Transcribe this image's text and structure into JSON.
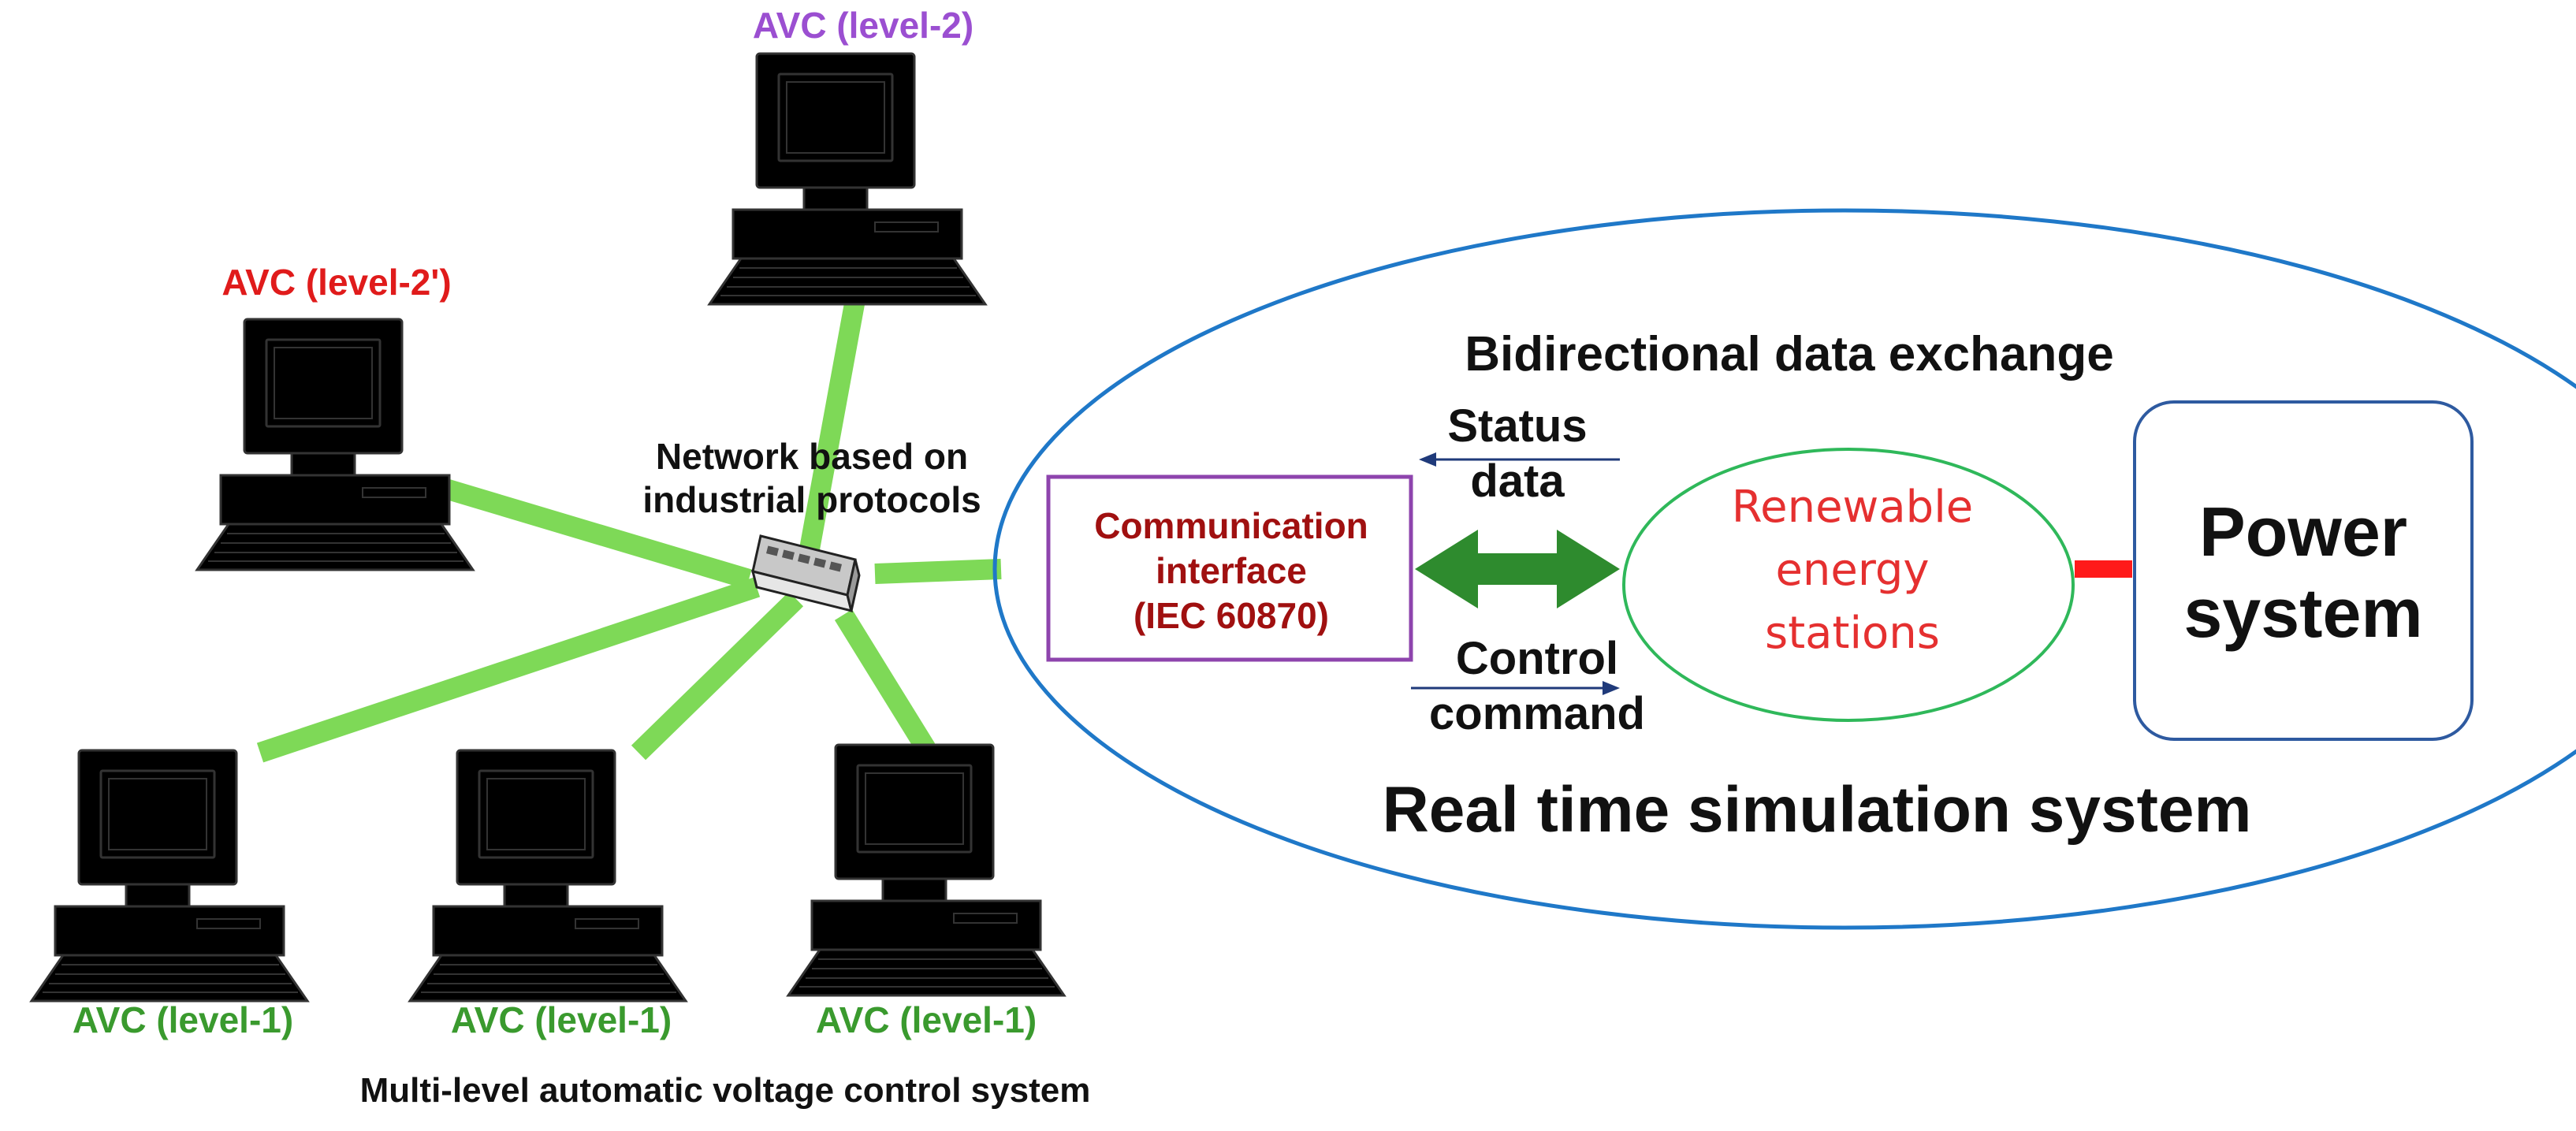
{
  "colors": {
    "link": "#7ed957",
    "arrow": "#2e8b2e",
    "ellipse": "#1f78c8",
    "comm_box": "#8e44ad",
    "comm_text": "#a01010",
    "renewable_text": "#e53030",
    "renewable_ring": "#2fb85a",
    "power_box": "#2e5aa0",
    "power_link": "#ff1a1a",
    "label_green": "#3a9a2e",
    "label_red": "#e01b1b",
    "label_purple": "#9b4fd1",
    "pc_green": "#eaf5e4",
    "pc_red": "#f7a8a8",
    "pc_purple": "#d9b3f5",
    "small_arrow": "#1f3a7a"
  },
  "computers": {
    "level2": {
      "label": "AVC (level-2)"
    },
    "level2p": {
      "label": "AVC (level-2')"
    },
    "level1a": {
      "label": "AVC (level-1)"
    },
    "level1b": {
      "label": "AVC (level-1)"
    },
    "level1c": {
      "label": "AVC (level-1)"
    }
  },
  "network": {
    "label_line1": "Network based on",
    "label_line2": "industrial protocols",
    "icon": "network-switch-icon"
  },
  "simulation": {
    "title": "Bidirectional data exchange",
    "status_line1": "Status",
    "status_line2": "data",
    "control_line1": "Control",
    "control_line2": "command",
    "comm_line1": "Communication",
    "comm_line2": "interface",
    "comm_line3": "(IEC 60870)",
    "renew_line1": "Renewable",
    "renew_line2": "energy",
    "renew_line3": "stations",
    "power_line1": "Power",
    "power_line2": "system",
    "system_label": "Real time simulation system"
  },
  "caption": "Multi-level automatic voltage control system"
}
